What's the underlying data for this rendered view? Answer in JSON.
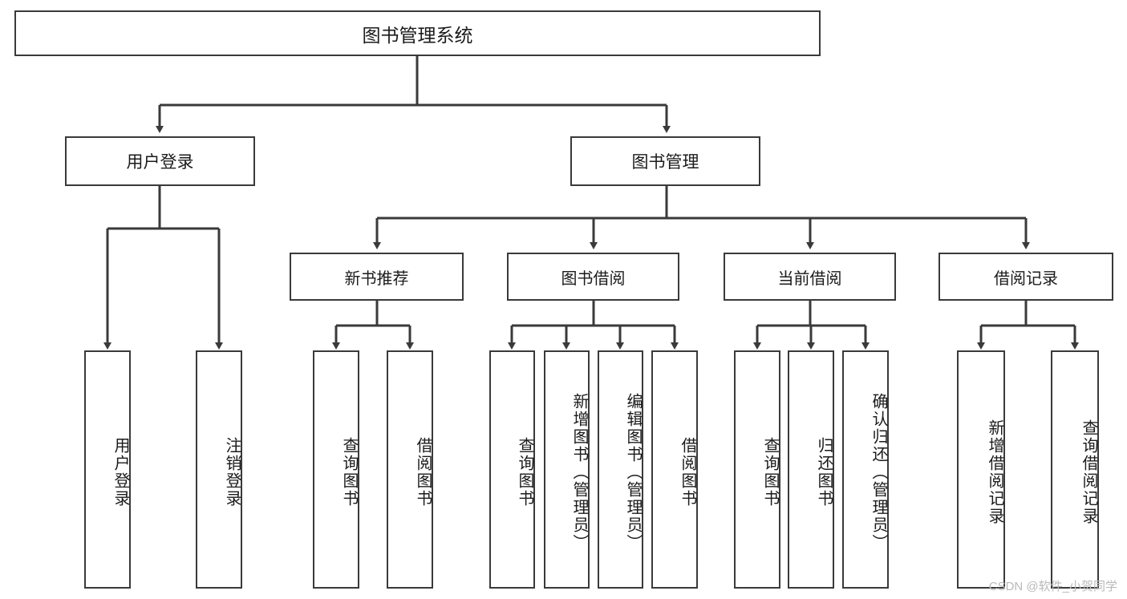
{
  "diagram": {
    "title": "图书管理系统",
    "type": "tree",
    "watermark": "CSDN @软件_小贺同学",
    "colors": {
      "box_border": "#3a3a3a",
      "box_fill": "#ffffff",
      "connector": "#3a3a3a",
      "text": "#1b1b1b",
      "watermark": "#b9b9b9"
    },
    "levels": {
      "root": {
        "label": "图书管理系统"
      },
      "level2": [
        {
          "label": "用户登录"
        },
        {
          "label": "图书管理"
        }
      ],
      "level3": [
        {
          "label": "新书推荐"
        },
        {
          "label": "图书借阅"
        },
        {
          "label": "当前借阅"
        },
        {
          "label": "借阅记录"
        }
      ],
      "leaves": [
        {
          "label": "用户登录",
          "parent": "用户登录"
        },
        {
          "label": "注销登录",
          "parent": "用户登录"
        },
        {
          "label": "查询图书",
          "parent": "新书推荐"
        },
        {
          "label": "借阅图书",
          "parent": "新书推荐"
        },
        {
          "label": "查询图书",
          "parent": "图书借阅"
        },
        {
          "label": "新增图书（管理员）",
          "parent": "图书借阅"
        },
        {
          "label": "编辑图书（管理员）",
          "parent": "图书借阅"
        },
        {
          "label": "借阅图书",
          "parent": "图书借阅"
        },
        {
          "label": "查询图书",
          "parent": "当前借阅"
        },
        {
          "label": "归还图书",
          "parent": "当前借阅"
        },
        {
          "label": "确认归还（管理员）",
          "parent": "当前借阅"
        },
        {
          "label": "新增借阅记录",
          "parent": "借阅记录"
        },
        {
          "label": "查询借阅记录",
          "parent": "借阅记录"
        }
      ]
    }
  }
}
